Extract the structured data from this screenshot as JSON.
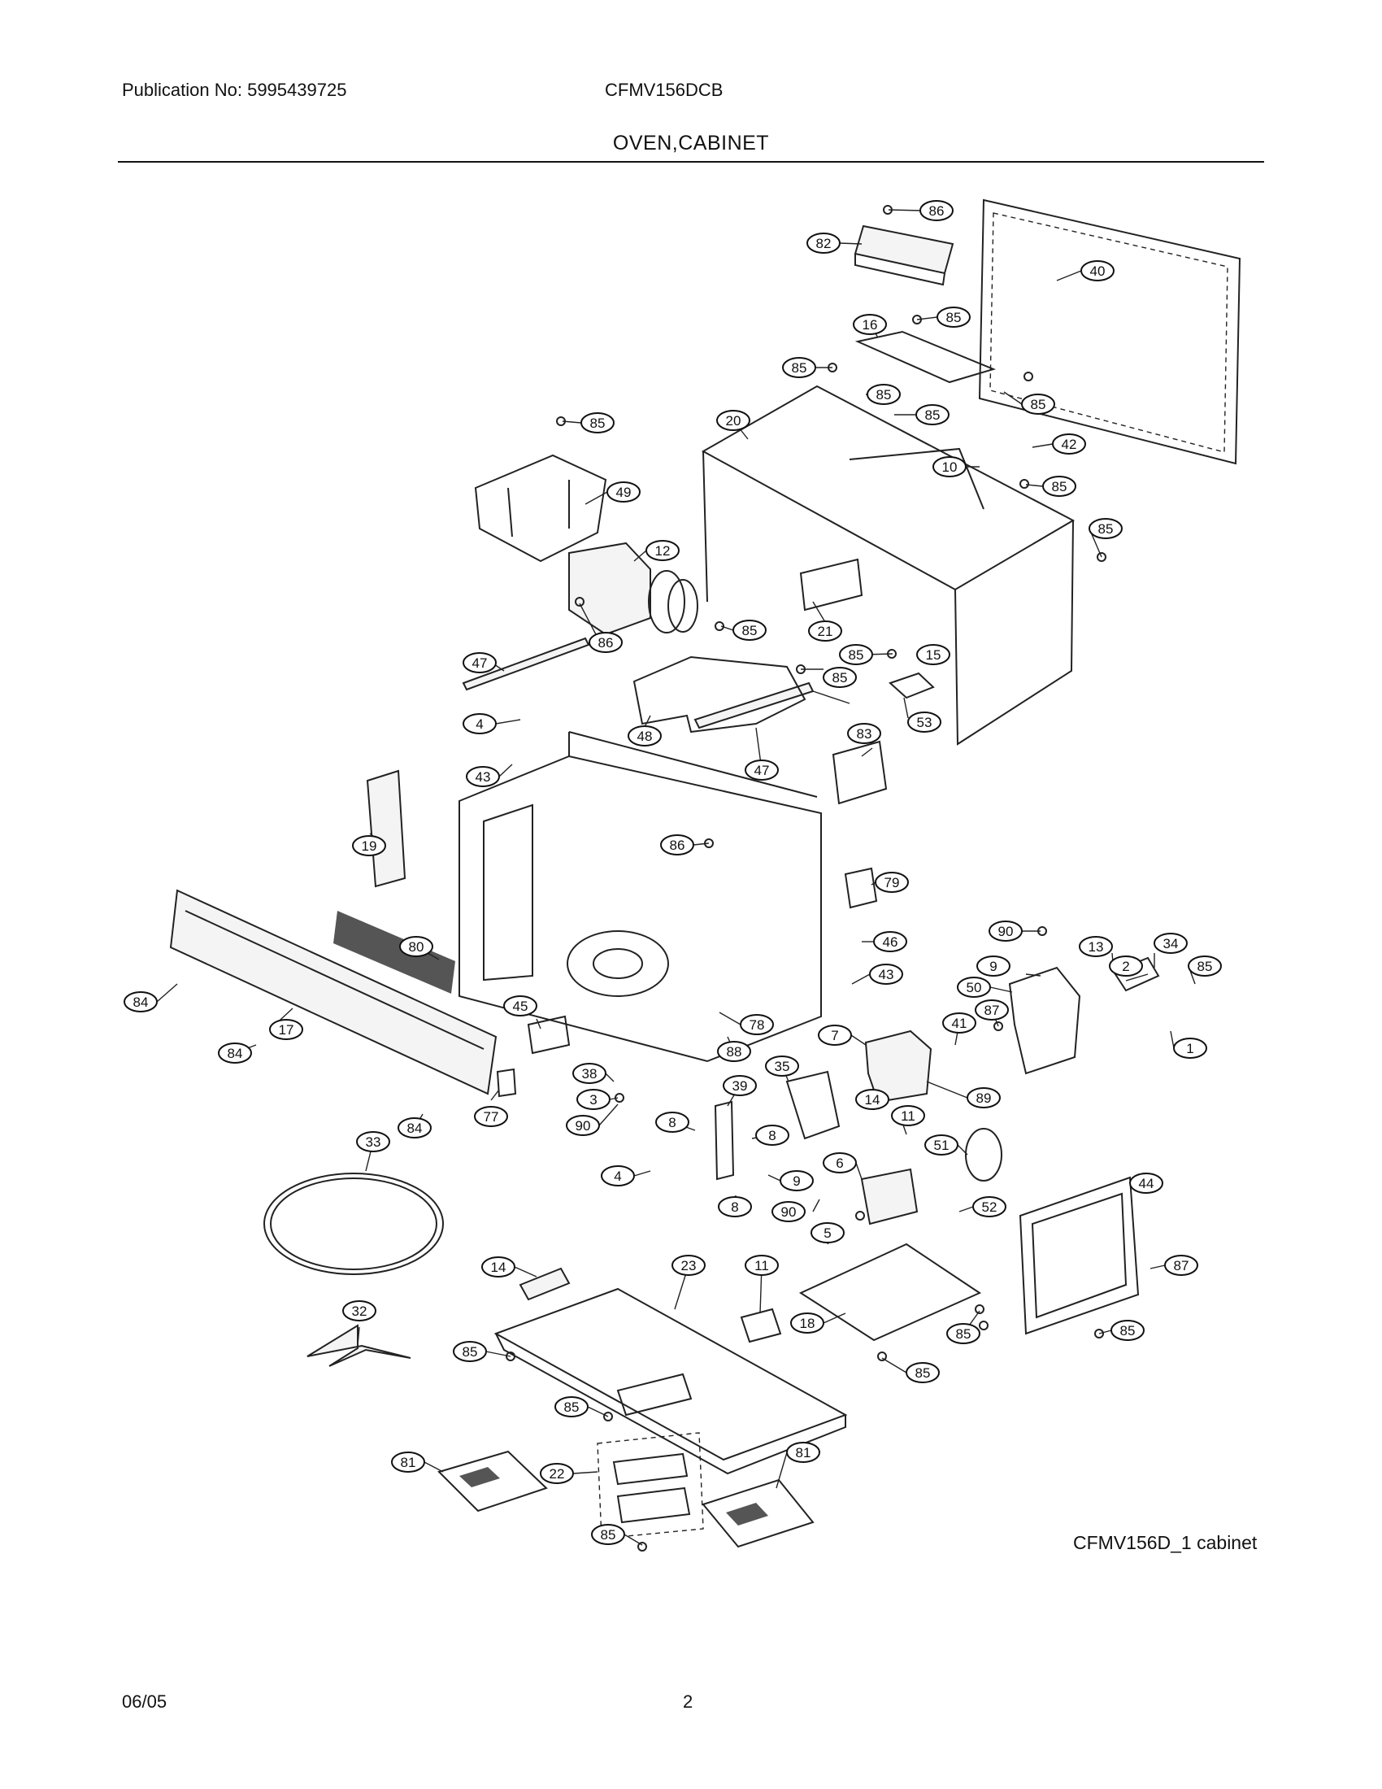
{
  "header": {
    "publication": "Publication No: 5995439725",
    "model": "CFMV156DCB",
    "section_title": "OVEN,CABINET"
  },
  "diagram": {
    "drawing_id": "CFMV156D_1 cabinet",
    "callouts": [
      "86",
      "82",
      "40",
      "85",
      "16",
      "85",
      "85",
      "85",
      "85",
      "20",
      "85",
      "42",
      "10",
      "85",
      "49",
      "85",
      "12",
      "21",
      "86",
      "85",
      "85",
      "15",
      "47",
      "85",
      "4",
      "48",
      "53",
      "83",
      "43",
      "47",
      "19",
      "86",
      "79",
      "90",
      "46",
      "80",
      "9",
      "43",
      "13",
      "34",
      "84",
      "2",
      "50",
      "85",
      "87",
      "45",
      "78",
      "17",
      "41",
      "1",
      "84",
      "88",
      "7",
      "38",
      "35",
      "3",
      "89",
      "77",
      "90",
      "84",
      "39",
      "14",
      "11",
      "8",
      "8",
      "33",
      "51",
      "4",
      "6",
      "9",
      "44",
      "8",
      "90",
      "52",
      "5",
      "87",
      "14",
      "23",
      "11",
      "32",
      "18",
      "85",
      "85",
      "85",
      "85",
      "85",
      "81",
      "81",
      "22",
      "85"
    ]
  },
  "footer": {
    "date": "06/05",
    "page": "2"
  }
}
